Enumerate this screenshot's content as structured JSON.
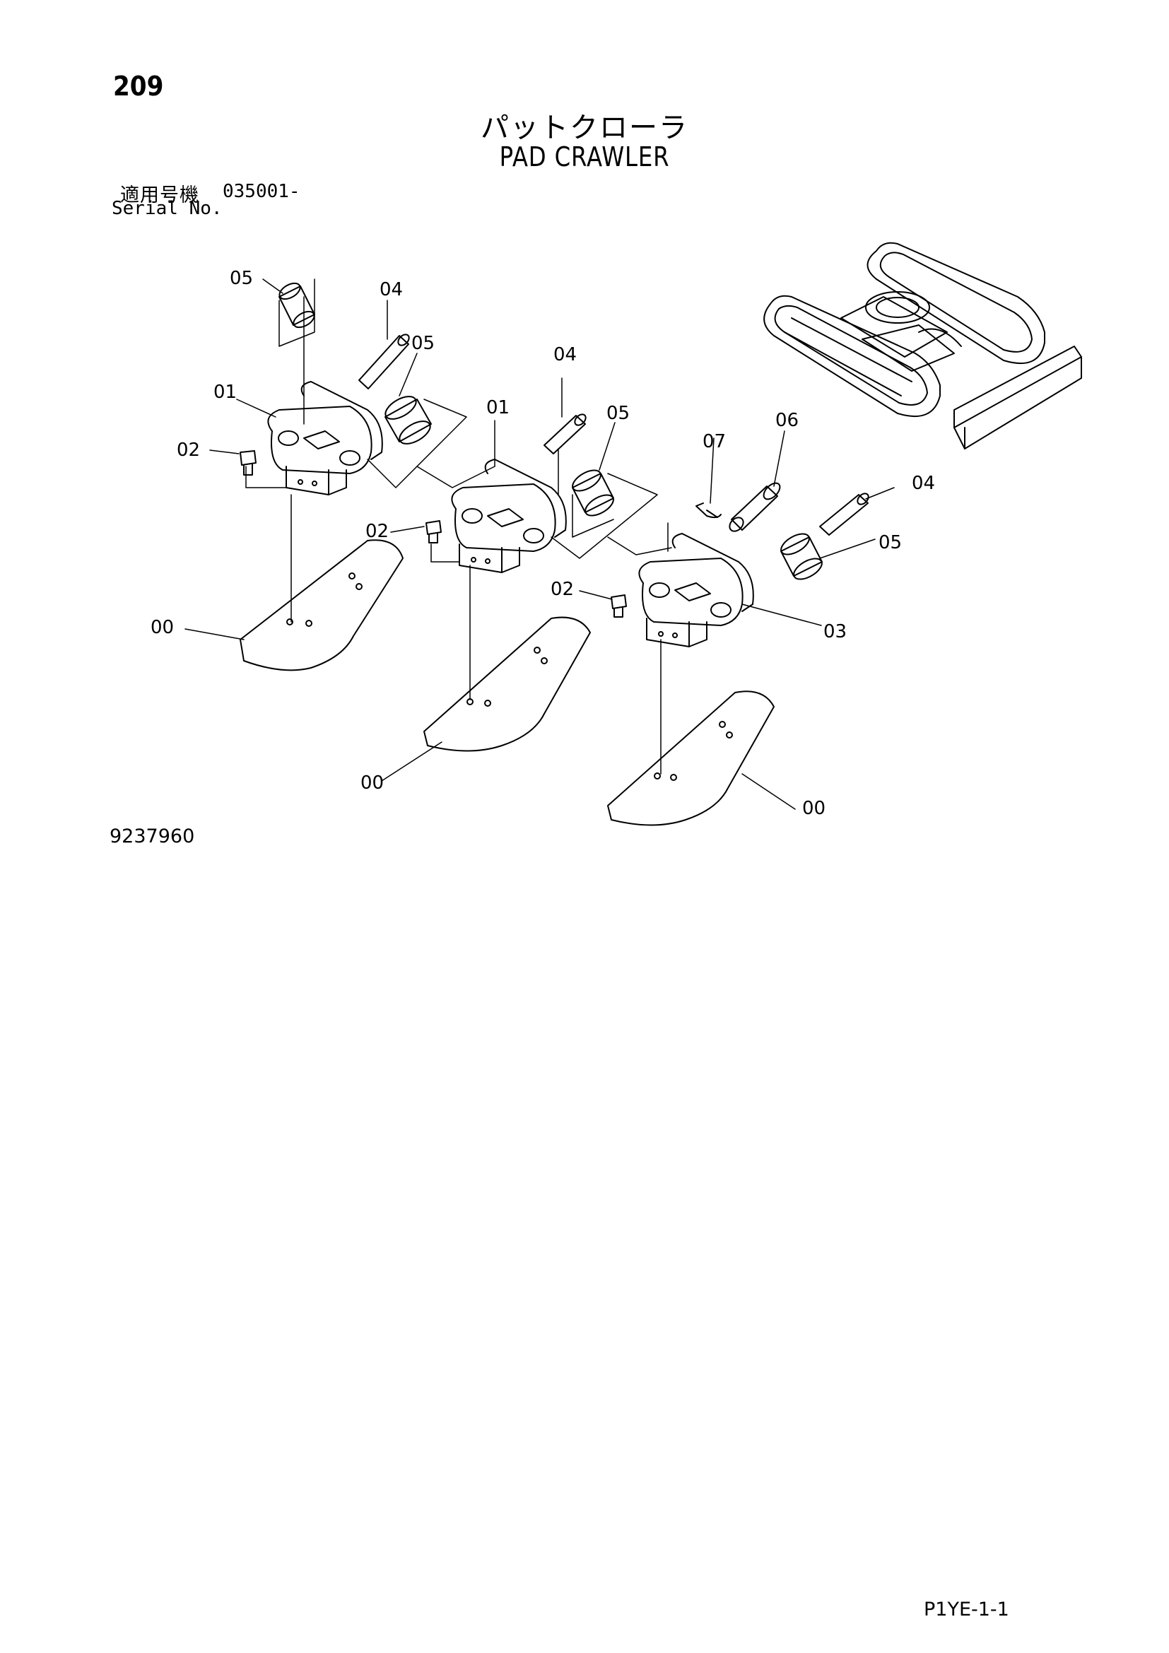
{
  "page": {
    "number": "209",
    "title_jp": "パットクローラ",
    "title_en": "PAD CRAWLER",
    "serial_label_jp": "適用号機",
    "serial_value": "035001-",
    "serial_label_en": "Serial No.",
    "drawing_number": "9237960",
    "page_code": "P1YE-1-1"
  },
  "callouts": {
    "c00a": "00",
    "c00b": "00",
    "c00c": "00",
    "c01a": "01",
    "c01b": "01",
    "c02a": "02",
    "c02b": "02",
    "c02c": "02",
    "c03": "03",
    "c04a": "04",
    "c04b": "04",
    "c04c": "04",
    "c05a": "05",
    "c05b": "05",
    "c05c": "05",
    "c05d": "05",
    "c06": "06",
    "c07": "07"
  }
}
